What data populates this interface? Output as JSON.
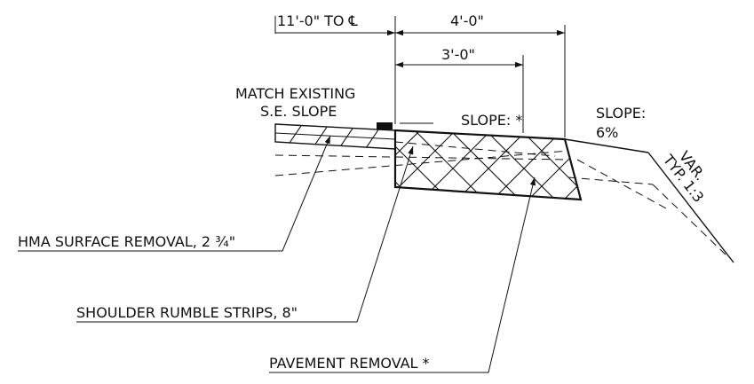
{
  "dimensions": {
    "to_centerline": "11'-0\" TO ",
    "centerline_symbol": "℄",
    "width_4ft": "4'-0\"",
    "width_3ft": "3'-0\""
  },
  "labels": {
    "match_line1": "MATCH EXISTING",
    "match_line2": "S.E. SLOPE",
    "slope_mid": "SLOPE: *",
    "slope_right_1": "SLOPE:",
    "slope_right_2": "6%",
    "var": "VAR.",
    "typ": "TYP. 1:3",
    "callout_hma_main": "HMA SURFACE REMOVAL, 2 ",
    "callout_hma_frac": "¾",
    "callout_hma_unit": "\"",
    "callout_rumble": "SHOULDER RUMBLE STRIPS, 8\"",
    "callout_pavement": "PAVEMENT REMOVAL *"
  }
}
